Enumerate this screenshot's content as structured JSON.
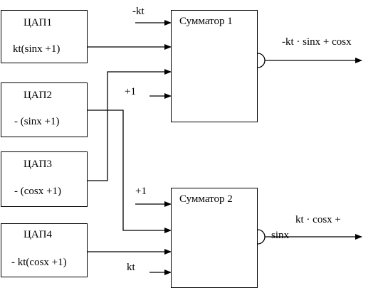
{
  "dac1": {
    "title": "ЦАП1",
    "formula": "kt(sinx +1)"
  },
  "dac2": {
    "title": "ЦАП2",
    "formula": "- (sinx +1)"
  },
  "dac3": {
    "title": "ЦАП3",
    "formula": "- (cosx +1)"
  },
  "dac4": {
    "title": "ЦАП4",
    "formula": "- kt(cosx +1)"
  },
  "sum1": {
    "title": "Сумматор 1",
    "input_top": "-kt",
    "input_plus": "+1",
    "output": "-kt  ·  sinx + cosx"
  },
  "sum2": {
    "title": "Сумматор 2",
    "input_plus": "+1",
    "input_kt": "kt",
    "output": "kt   ·   cosx  +",
    "output_cont": "sinx"
  }
}
